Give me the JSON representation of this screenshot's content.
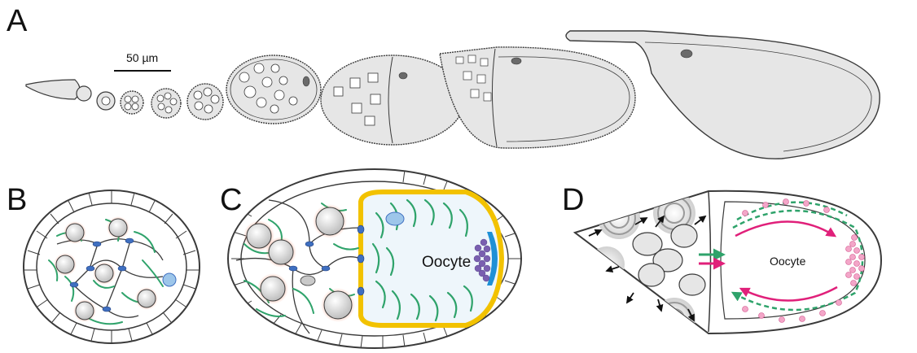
{
  "panels": {
    "a": {
      "label": "A",
      "scale_bar": "50 µm"
    },
    "b": {
      "label": "B"
    },
    "c": {
      "label": "C",
      "oocyte_label": "Oocyte"
    },
    "d": {
      "label": "D",
      "oocyte_label": "Oocyte"
    }
  },
  "colors": {
    "outline": "#3a3a3a",
    "egg_fill": "#e6e6e6",
    "nucleus": "#6a6a6a",
    "microtubule": "#2fa36b",
    "ring_canal": "#3f6fc0",
    "halo": "#e8532f",
    "oocyte_border": "#f2c200",
    "posterior_cap": "#1e90d6",
    "granules": "#7a5fb0",
    "flow_arrow": "#e0207a",
    "oocyte_fill": "#eef6fb"
  }
}
